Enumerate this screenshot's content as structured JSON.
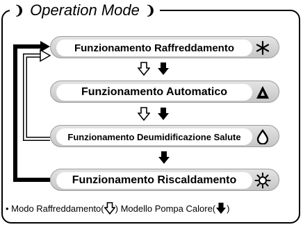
{
  "title": "Operation Mode",
  "modes": [
    {
      "label": "Funzionamento Raffreddamento",
      "icon": "snowflake-icon"
    },
    {
      "label": "Funzionamento Automatico",
      "icon": "auto-mode-icon"
    },
    {
      "label": "Funzionamento Deumidificazione Salute",
      "icon": "water-drop-icon"
    },
    {
      "label": "Funzionamento Riscaldamento",
      "icon": "sun-icon"
    }
  ],
  "legend": {
    "prefix": "• Modo Raffreddamento(",
    "middle": ") Modello Pompa Calore(",
    "suffix": ")"
  }
}
